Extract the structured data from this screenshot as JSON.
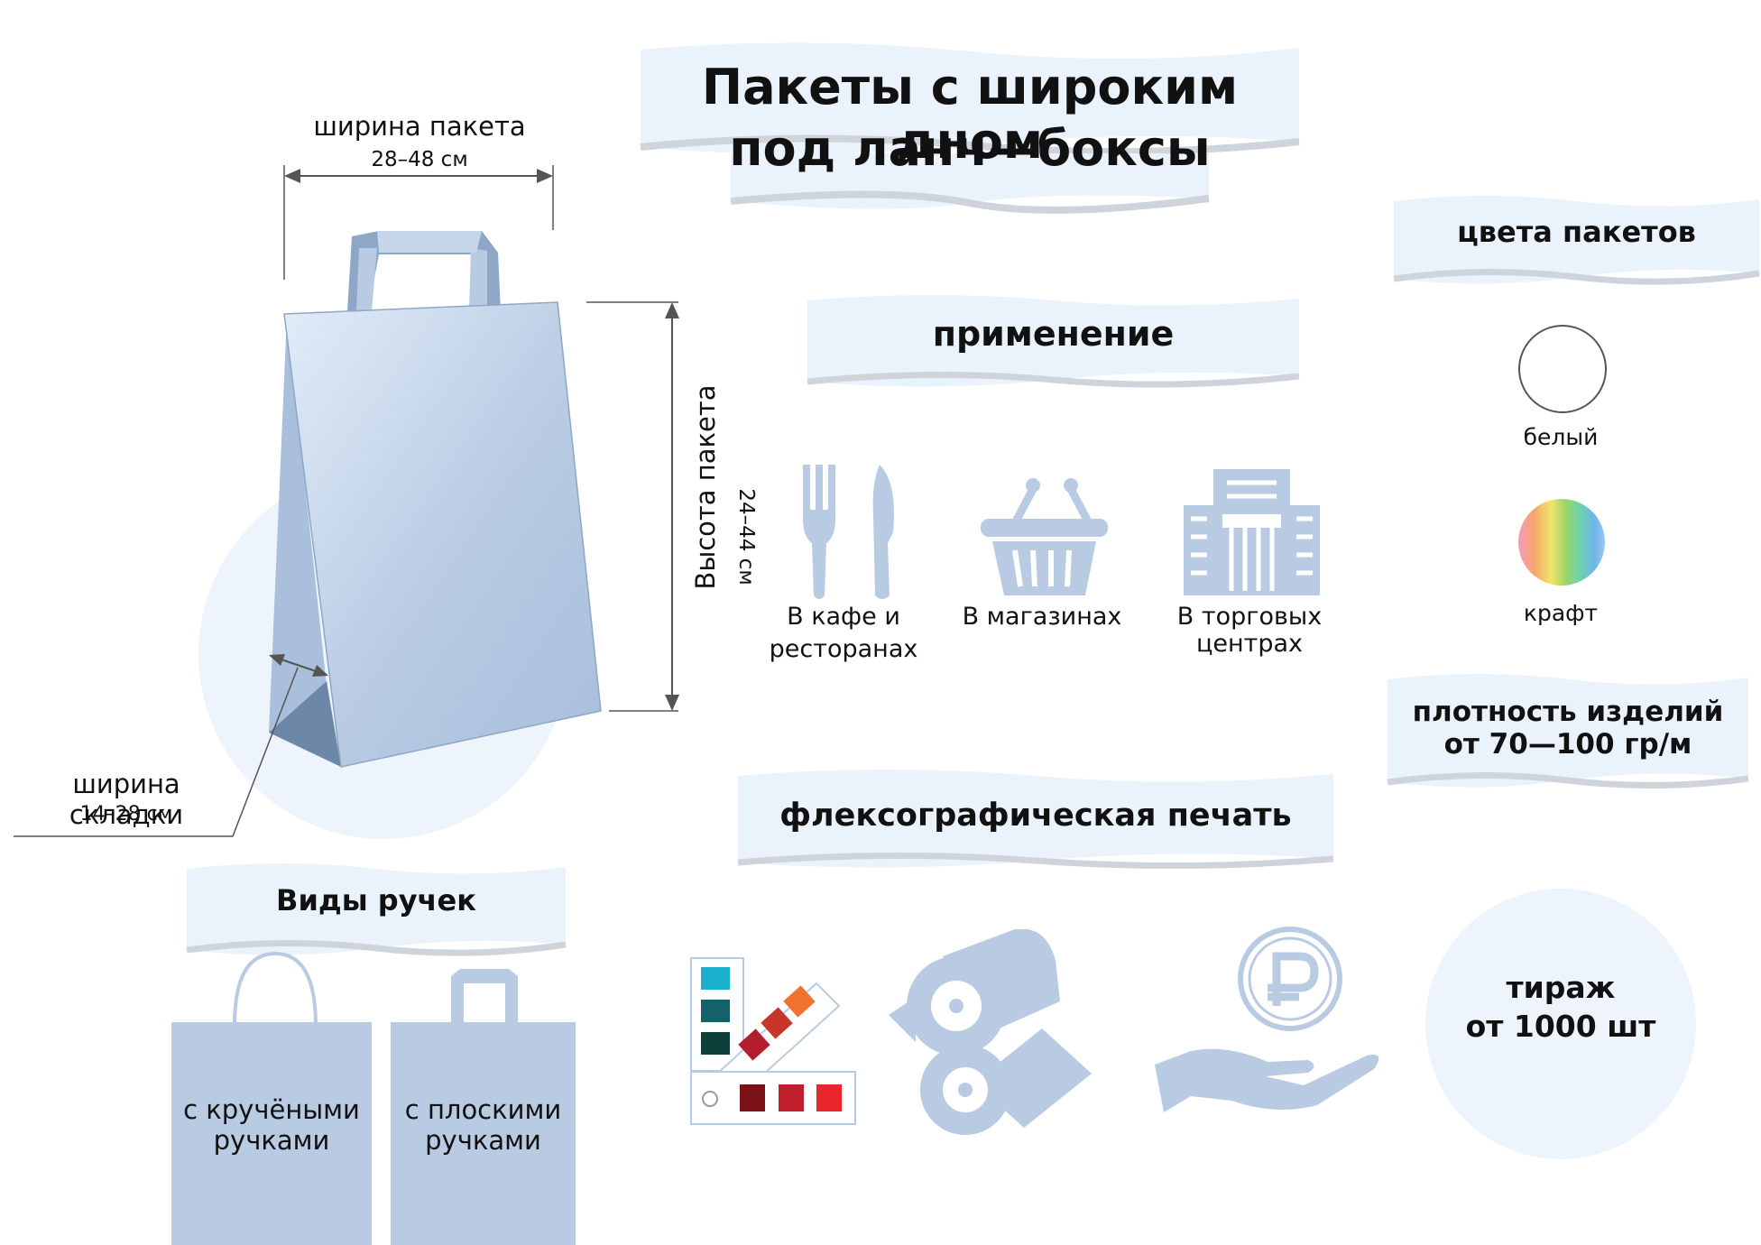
{
  "title": {
    "line1": "Пакеты с широким дном",
    "line2": "под ланч—боксы"
  },
  "dimensions": {
    "width_label": "ширина пакета",
    "width_value": "28–48 см",
    "height_label": "Высота пакета",
    "height_value": "24–44 см",
    "fold_label": "ширина складки",
    "fold_value": "14–28 см"
  },
  "application": {
    "heading": "применение",
    "items": [
      {
        "icon": "fork-knife-icon",
        "line1": "В кафе и",
        "line2": "ресторанах"
      },
      {
        "icon": "shopping-basket-icon",
        "line1": "В магазинах",
        "line2": ""
      },
      {
        "icon": "mall-building-icon",
        "line1": "В торговых",
        "line2": "центрах"
      }
    ]
  },
  "colors": {
    "heading": "цвета пакетов",
    "items": [
      {
        "name": "белый",
        "swatch": "#ffffff"
      },
      {
        "name": "крафт",
        "swatch": "gradient"
      }
    ]
  },
  "density": {
    "line1": "плотность изделий",
    "line2": "от 70—100 гр/м"
  },
  "printing": {
    "heading": "флексографическая печать"
  },
  "circulation": {
    "line1": "тираж",
    "line2": "от 1000 шт"
  },
  "handles": {
    "heading": "Виды ручек",
    "items": [
      {
        "line1": "с кручёными",
        "line2": "ручками"
      },
      {
        "line1": "с плоскими",
        "line2": "ручками"
      }
    ]
  },
  "palette": {
    "accent_blue": "#b8cbe3",
    "light_blue": "#eaf2fc",
    "dark_blue": "#6c87a8",
    "ribbon_shadow": "#cfd4db"
  }
}
